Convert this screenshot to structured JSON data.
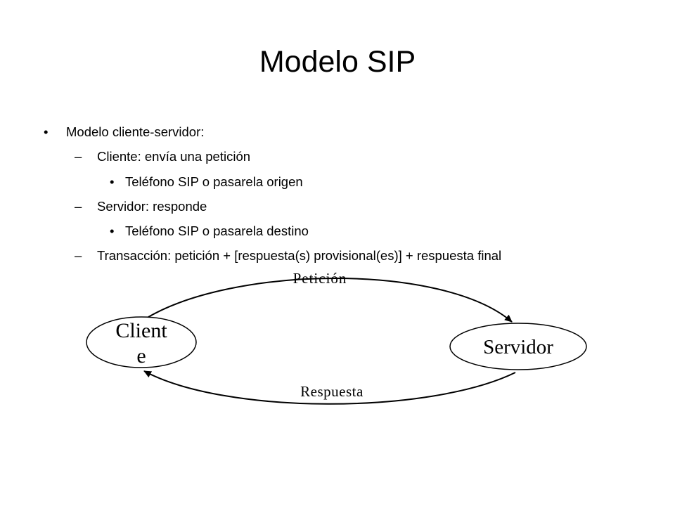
{
  "slide": {
    "title": "Modelo SIP",
    "bullets": [
      {
        "marker": "•",
        "text": "Modelo cliente-servidor:"
      },
      {
        "marker": "–",
        "text": "Cliente: envía una petición"
      },
      {
        "marker": "•",
        "text": "Teléfono SIP o pasarela origen"
      },
      {
        "marker": "–",
        "text": "Servidor: responde"
      },
      {
        "marker": "•",
        "text": "Teléfono SIP o pasarela destino"
      },
      {
        "marker": "–",
        "text": "Transacción: petición + [respuesta(s) provisional(es)] + respuesta final"
      }
    ]
  },
  "diagram": {
    "client_label_line1": "Client",
    "client_label_line2": "e",
    "server_label": "Servidor",
    "request_label": "Petición",
    "response_label": "Respuesta"
  }
}
